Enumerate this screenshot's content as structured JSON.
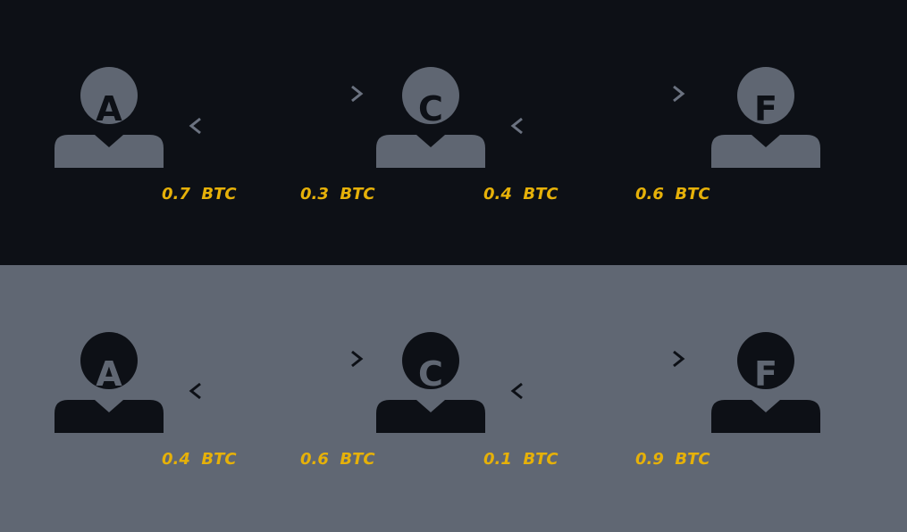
{
  "theme": {
    "top_background": "#0d1016",
    "bottom_background": "#606773",
    "top_node_color": "#5f6672",
    "top_letter_color": "#0d1016",
    "bottom_node_color": "#0d1016",
    "bottom_letter_color": "#606773",
    "top_arrow_color": "#6b7280",
    "bottom_arrow_color": "#0d1016",
    "amount_color": "#e6b109"
  },
  "panels": [
    {
      "id": "top",
      "nodes": [
        {
          "letter": "A",
          "icon": "person-icon"
        },
        {
          "letter": "C",
          "icon": "person-icon"
        },
        {
          "letter": "F",
          "icon": "person-icon"
        }
      ],
      "amounts": [
        "0.7  BTC",
        "0.3  BTC",
        "0.4  BTC",
        "0.6  BTC"
      ]
    },
    {
      "id": "bottom",
      "nodes": [
        {
          "letter": "A",
          "icon": "person-icon"
        },
        {
          "letter": "C",
          "icon": "person-icon"
        },
        {
          "letter": "F",
          "icon": "person-icon"
        }
      ],
      "amounts": [
        "0.4  BTC",
        "0.6  BTC",
        "0.1  BTC",
        "0.9  BTC"
      ]
    }
  ]
}
